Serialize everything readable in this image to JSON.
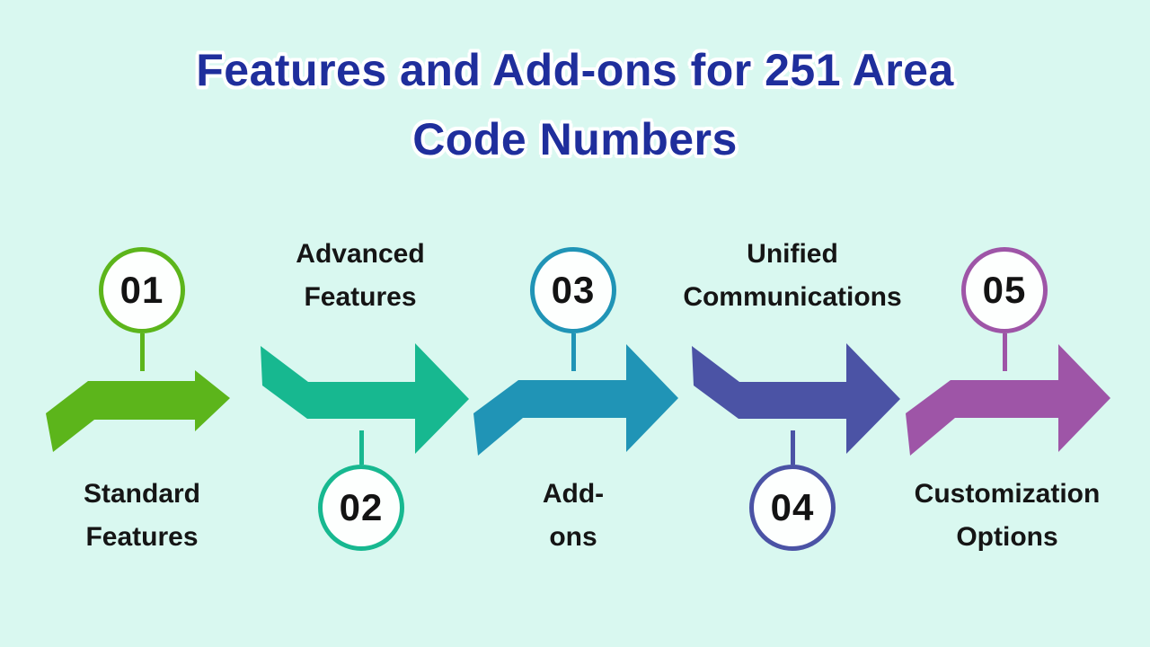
{
  "background_color": "#d9f8f0",
  "title": {
    "line1": "Features and Add-ons for 251 Area",
    "line2": "Code Numbers",
    "color": "#1f2e9c"
  },
  "steps": [
    {
      "number": "01",
      "label_line1": "Standard",
      "label_line2": "Features",
      "color": "#5cb51b",
      "circle_position": "top"
    },
    {
      "number": "02",
      "label_line1": "Advanced",
      "label_line2": "Features",
      "color": "#17b890",
      "circle_position": "bottom"
    },
    {
      "number": "03",
      "label_line1": "Add-",
      "label_line2": "ons",
      "color": "#2094b6",
      "circle_position": "top"
    },
    {
      "number": "04",
      "label_line1": "Unified",
      "label_line2": "Communications",
      "color": "#4b53a5",
      "circle_position": "bottom"
    },
    {
      "number": "05",
      "label_line1": "Customization",
      "label_line2": "Options",
      "color": "#9e55a7",
      "circle_position": "top"
    }
  ]
}
